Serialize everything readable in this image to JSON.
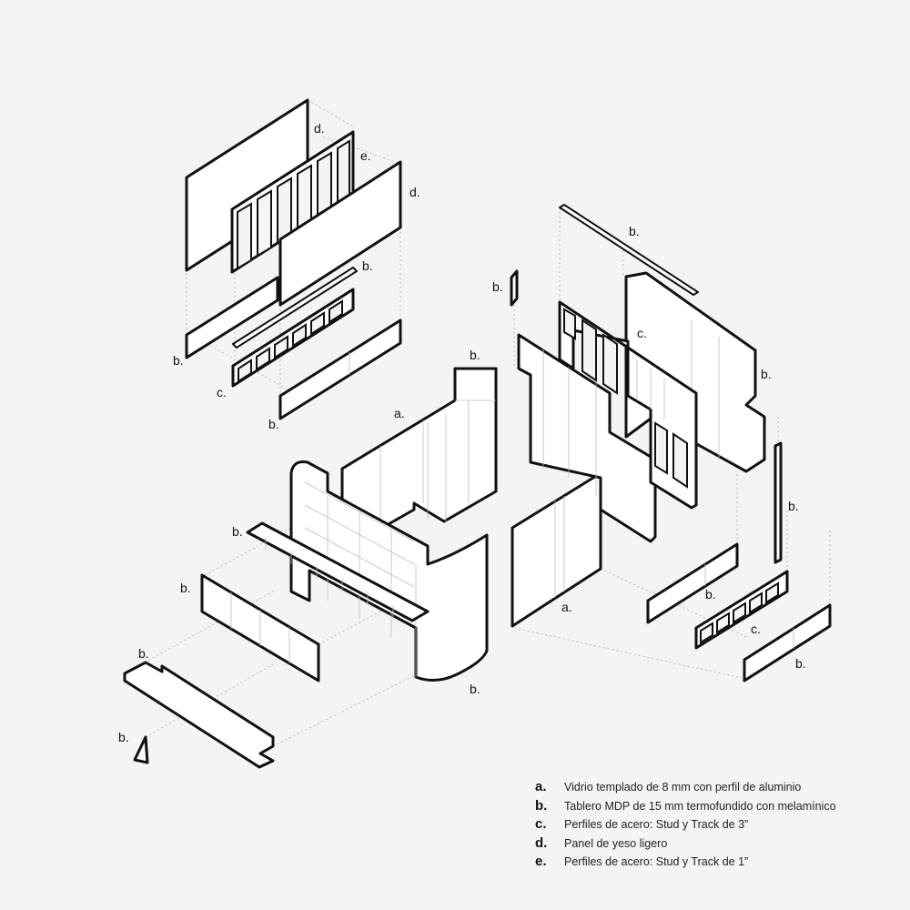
{
  "callouts": [
    "a.",
    "b.",
    "c.",
    "d.",
    "e."
  ],
  "legend": [
    {
      "key": "a.",
      "text": "Vidrio templado de 8 mm con perfil de aluminio"
    },
    {
      "key": "b.",
      "text": "Tablero MDP de 15 mm termofundido con melamínico"
    },
    {
      "key": "c.",
      "text": "Perfiles de acero: Stud y Track de 3”"
    },
    {
      "key": "d.",
      "text": "Panel de yeso ligero"
    },
    {
      "key": "e.",
      "text": "Perfiles de acero: Stud y Track de 1”"
    }
  ]
}
